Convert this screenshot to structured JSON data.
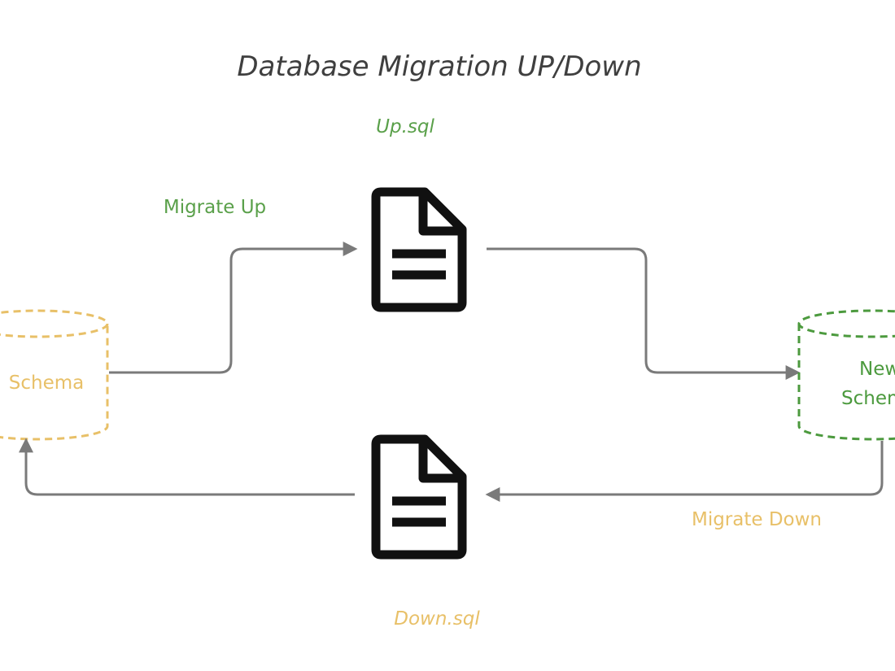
{
  "diagram": {
    "title": "Database Migration UP/Down",
    "files": {
      "up": {
        "label": "Up.sql",
        "icon": "document-icon"
      },
      "down": {
        "label": "Down.sql",
        "icon": "document-icon"
      }
    },
    "edges": {
      "migrate_up": "Migrate Up",
      "migrate_down": "Migrate Down"
    },
    "nodes": {
      "old_schema": {
        "label": "Schema",
        "icon": "database-cylinder-icon"
      },
      "new_schema": {
        "label_line1": "New",
        "label_line2": "Schema",
        "icon": "database-cylinder-icon"
      }
    },
    "colors": {
      "title": "#3f3f3f",
      "up": "#5aa04a",
      "down": "#e8c068",
      "arrow": "#7a7a7a",
      "file_icon": "#111111",
      "old_schema": "#e8c068",
      "new_schema": "#4c9a3e"
    }
  }
}
